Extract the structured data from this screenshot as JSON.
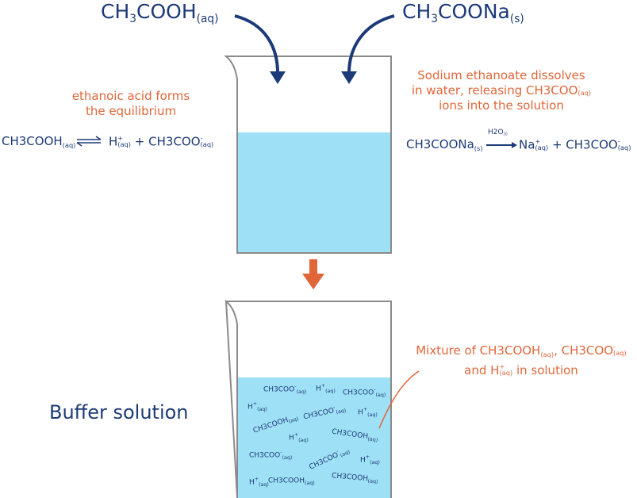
{
  "top_labels": {
    "acid": {
      "base": "CH",
      "sub1": "3",
      "main": "COOH",
      "state": "(aq)"
    },
    "salt": {
      "base": "CH",
      "sub1": "3",
      "main": "COONa",
      "state": "(s)"
    }
  },
  "left_note": {
    "line1": "ethanoic acid forms",
    "line2": "the equilibrium"
  },
  "left_equation": {
    "reactant": "CH3COOH",
    "reactant_state": "(aq)",
    "product1": "H",
    "product1_charge": "+",
    "product1_state": "(aq)",
    "plus": "+",
    "product2": "CH3COO",
    "product2_charge": "-",
    "product2_state": "(aq)"
  },
  "right_note": {
    "line1": "Sodium ethanoate dissolves",
    "line2_prefix": "in water, releasing ",
    "line2_ion": "CH3COO",
    "line2_charge": "-",
    "line2_state": "(aq)",
    "line3": "ions into the solution"
  },
  "right_equation": {
    "reactant": "CH3COONa",
    "reactant_state": "(s)",
    "above_arrow": "H2O",
    "above_arrow_state": "(l)",
    "product1": "Na",
    "product1_charge": "+",
    "product1_state": "(aq)",
    "plus": "+",
    "product2": "CH3COO",
    "product2_charge": "-",
    "product2_state": "(aq)"
  },
  "buffer_label": "Buffer solution",
  "mixture_note": {
    "prefix": "Mixture of ",
    "s1": "CH3COOH",
    "s1_state": "(aq)",
    "comma": ", ",
    "s2": "CH3COO",
    "s2_charge": "-",
    "s2_state": "(aq)",
    "and": "and ",
    "s3": "H",
    "s3_charge": "+",
    "s3_state": "(aq)",
    "suffix": " in solution"
  },
  "beaker_species": [
    {
      "f": "CH3COO",
      "c": "-",
      "s": "(aq)"
    },
    {
      "f": "H",
      "c": "+",
      "s": "(aq)"
    },
    {
      "f": "CH3COO",
      "c": "-",
      "s": "(aq)"
    },
    {
      "f": "H",
      "c": "+",
      "s": "(aq)"
    },
    {
      "f": "CH3COOH",
      "c": "",
      "s": "(aq)"
    },
    {
      "f": "CH3COO",
      "c": "-",
      "s": "(aq)"
    },
    {
      "f": "H",
      "c": "+",
      "s": "(aq)"
    },
    {
      "f": "H",
      "c": "+",
      "s": "(aq)"
    },
    {
      "f": "CH3COOH",
      "c": "",
      "s": "(aq)"
    },
    {
      "f": "CH3COO",
      "c": "-",
      "s": "(aq)"
    },
    {
      "f": "CH3COO",
      "c": "-",
      "s": "(aq)"
    },
    {
      "f": "H",
      "c": "+",
      "s": "(aq)"
    },
    {
      "f": "H",
      "c": "+",
      "s": "(aq)"
    },
    {
      "f": "CH3COOH",
      "c": "",
      "s": "(aq)"
    },
    {
      "f": "CH3COOH",
      "c": "",
      "s": "(aq)"
    }
  ],
  "colors": {
    "navy": "#1c3a78",
    "orange": "#e0663a",
    "water": "#9ee0f5",
    "beaker": "#8a8a8a"
  }
}
